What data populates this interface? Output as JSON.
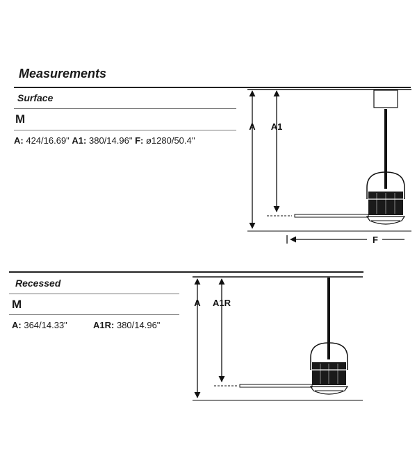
{
  "title": "Measurements",
  "surface": {
    "label": "Surface",
    "size": "M",
    "specs": [
      {
        "key": "A:",
        "value": "424/16.69\""
      },
      {
        "key": "A1:",
        "value": "380/14.96\""
      },
      {
        "key": "F:",
        "value": "ø1280/50.4''"
      }
    ],
    "dim_labels": {
      "a": "A",
      "a1": "A1",
      "f": "F"
    }
  },
  "recessed": {
    "label": "Recessed",
    "size": "M",
    "specs": [
      {
        "key": "A:",
        "value": "364/14.33\""
      },
      {
        "key": "A1R:",
        "value": "380/14.96\""
      }
    ],
    "dim_labels": {
      "a": "A",
      "a1r": "A1R"
    }
  }
}
